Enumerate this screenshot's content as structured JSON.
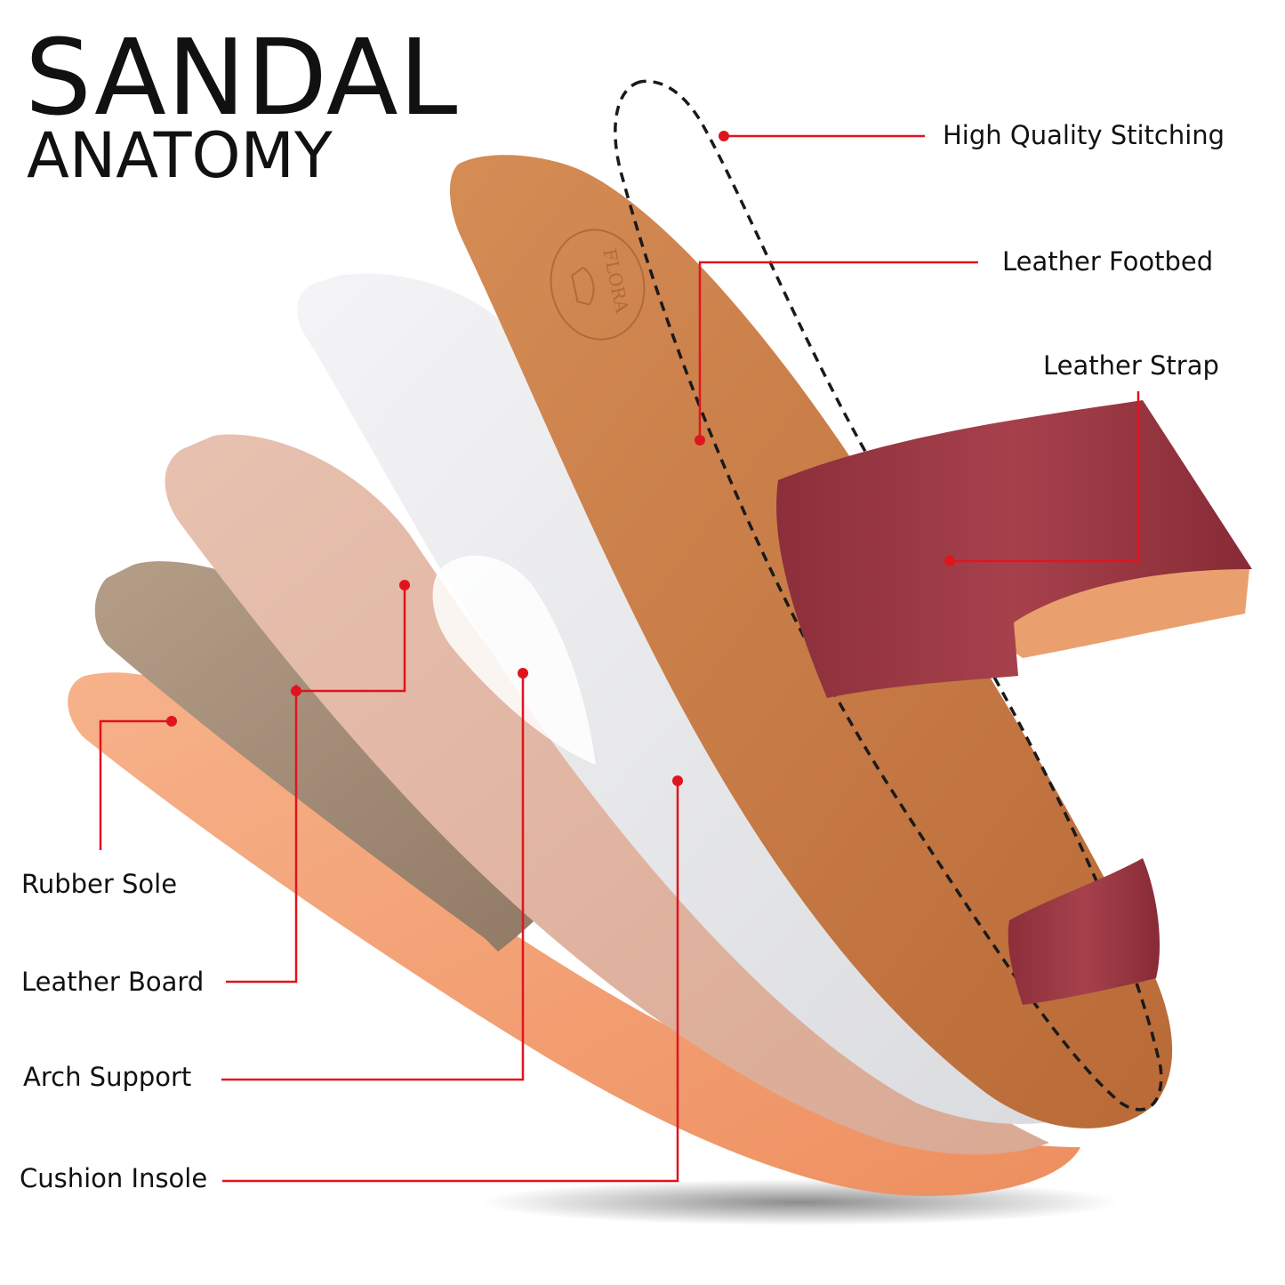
{
  "title": {
    "line1": "SANDAL",
    "line2": "ANATOMY"
  },
  "labels": {
    "stitching": "High Quality Stitching",
    "footbed": "Leather Footbed",
    "strap": "Leather Strap",
    "rubber_sole": "Rubber Sole",
    "leather_board": "Leather Board",
    "arch_support": "Arch Support",
    "cushion_insole": "Cushion Insole"
  },
  "logo_text": "FLORA",
  "colors": {
    "leader_line": "#e0141e",
    "footbed": "#c97a45",
    "strap": "#9c3a45",
    "arch_support": "#ecedef",
    "cushion_insole": "#e3b8a6",
    "leather_board": "#a9917a",
    "rubber_sole": "#f4a073"
  }
}
